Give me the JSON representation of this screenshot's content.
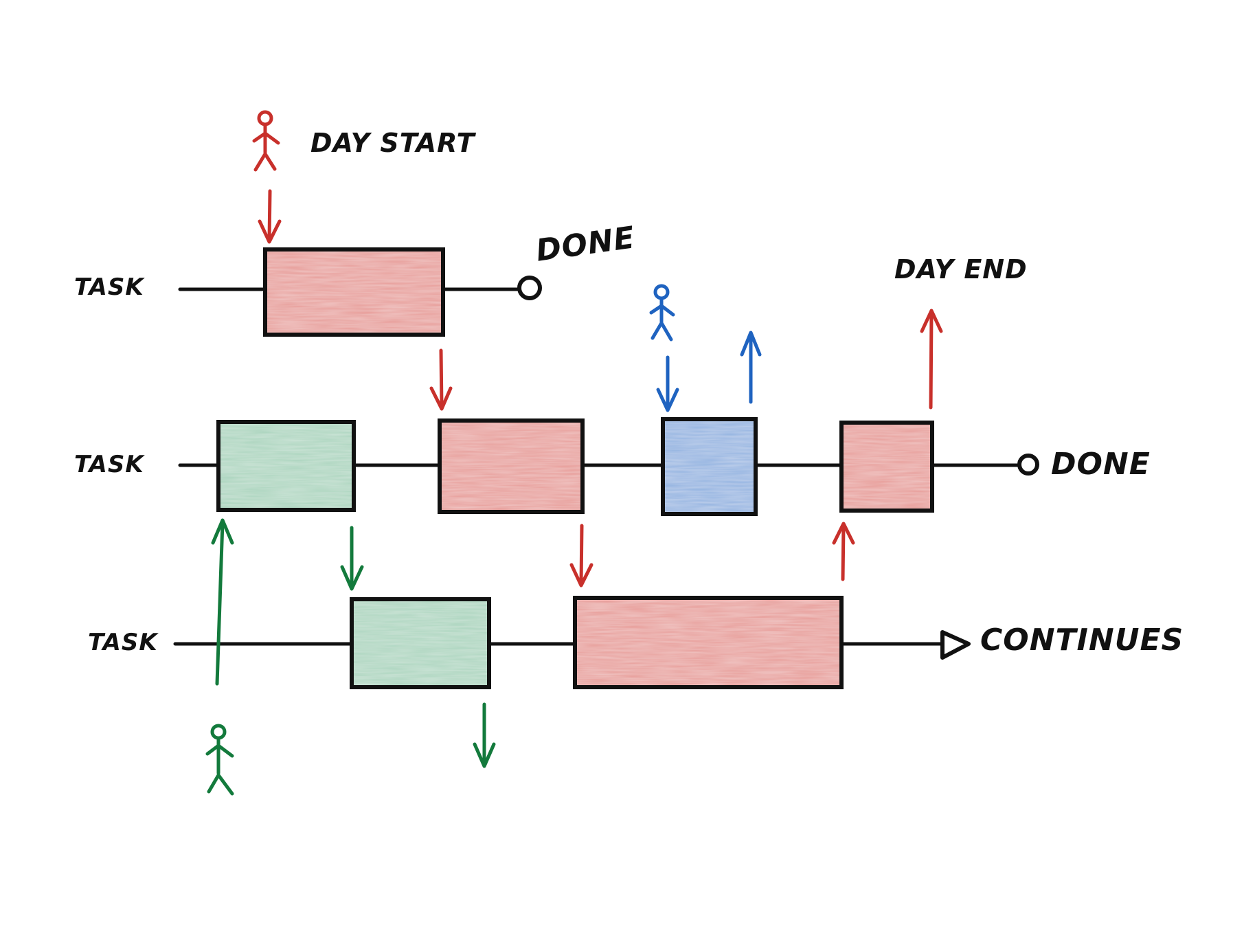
{
  "labels": {
    "day_start": "DAY START",
    "day_end": "DAY END",
    "done_top": "DONE",
    "done_middle": "DONE",
    "continues": "CONTINUES",
    "task_top": "TASK",
    "task_middle": "TASK",
    "task_bottom": "TASK"
  },
  "colors": {
    "red_block": "#e79a96",
    "green_block": "#a9d4bd",
    "blue_block": "#8fb1e0",
    "red_person": "#c8302b",
    "green_person": "#137a3c",
    "blue_person": "#1f63c0",
    "line": "#111111"
  },
  "people": [
    {
      "id": "red",
      "color_key": "red_person"
    },
    {
      "id": "blue",
      "color_key": "blue_person"
    },
    {
      "id": "green",
      "color_key": "green_person"
    }
  ]
}
